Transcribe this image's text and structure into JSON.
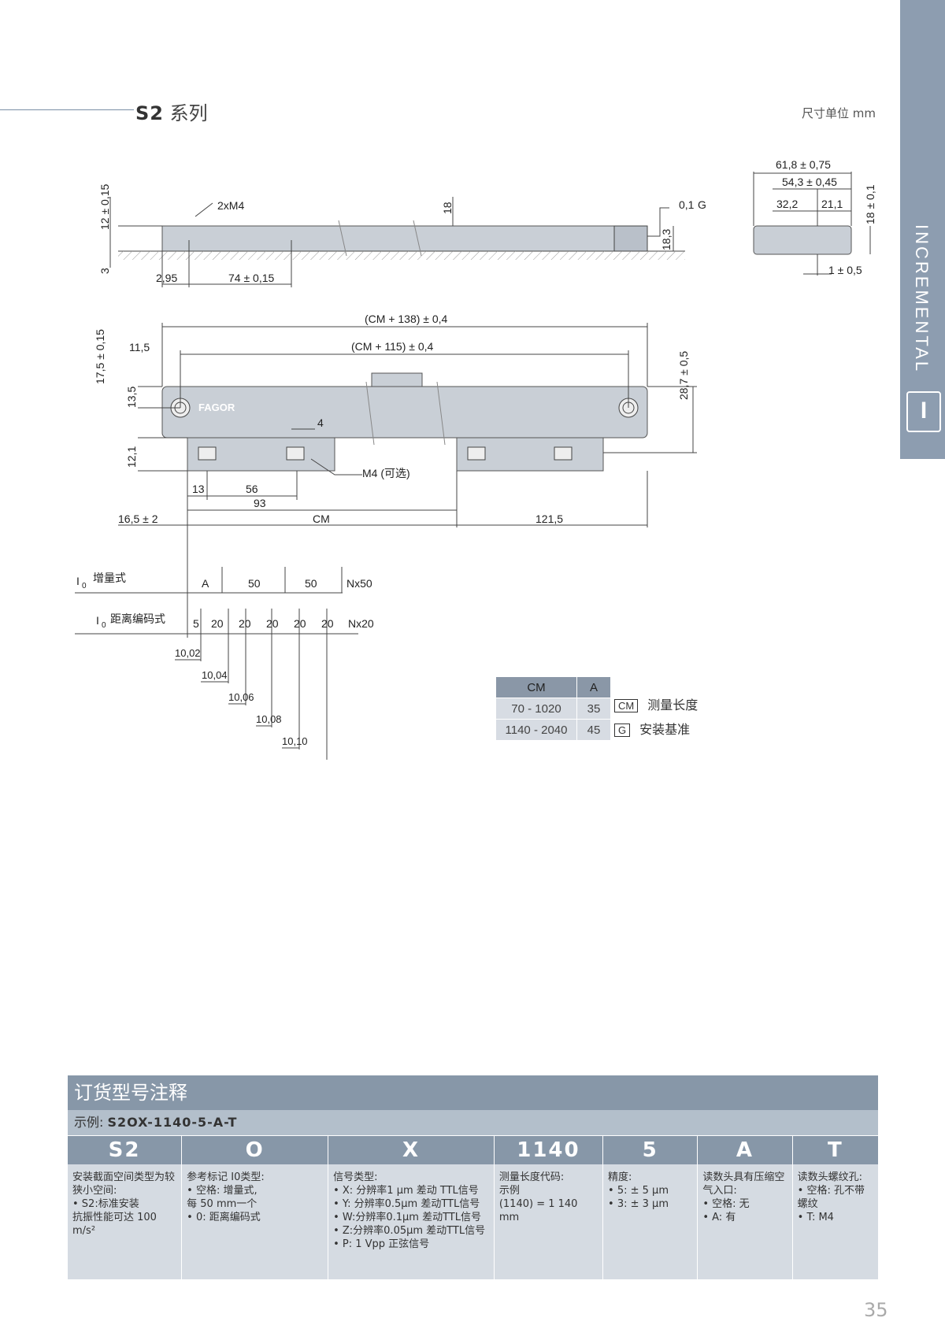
{
  "header": {
    "series_bold": "S2",
    "series_text": "系列",
    "units": "尺寸单位 mm"
  },
  "side_tab": {
    "label": "INCREMENTAL",
    "letter": "I"
  },
  "drawing": {
    "top_view": {
      "thread": "2xM4",
      "dim_12": "12 ± 0,15",
      "dim_3": "3",
      "dim_18": "18",
      "dim_183": "18,3",
      "tol": "0,1",
      "ref_g": "G",
      "dim_295": "2,95",
      "dim_74": "74 ± 0,15"
    },
    "section": {
      "d618": "61,8 ± 0,75",
      "d543": "54,3 ± 0,45",
      "d322": "32,2",
      "d211": "21,1",
      "d18": "18 ± 0,1",
      "d1": "1 ± 0,5"
    },
    "front_view": {
      "cm138": "(CM + 138) ± 0,4",
      "cm115": "(CM + 115) ± 0,4",
      "d115": "11,5",
      "d175": "17,5 ± 0,15",
      "d135": "13,5",
      "d287": "28,7 ± 0,5",
      "d121": "12,1",
      "d4": "4",
      "m4": "M4 (可选)",
      "d13": "13",
      "d56": "56",
      "d93": "93",
      "d165": "16,5 ± 2",
      "cm": "CM",
      "d1215": "121,5",
      "brand": "FAGOR"
    },
    "ref_marks": {
      "inc_label": "I",
      "inc_sub": "0",
      "inc_text": "增量式",
      "inc_a": "A",
      "inc_50a": "50",
      "inc_50b": "50",
      "inc_nx": "Nx50",
      "dist_label": "I",
      "dist_sub": "0",
      "dist_text": "距离编码式",
      "dist_5": "5",
      "dist_20s": [
        "20",
        "20",
        "20",
        "20",
        "20"
      ],
      "dist_nx": "Nx20",
      "steps": [
        "10,02",
        "10,04",
        "10,06",
        "10,08",
        "10,10"
      ]
    }
  },
  "size_table": {
    "headers": [
      "CM",
      "A"
    ],
    "rows": [
      [
        "70 - 1020",
        "35"
      ],
      [
        "1140 - 2040",
        "45"
      ]
    ]
  },
  "legend": [
    {
      "key": "CM",
      "text": "测量长度"
    },
    {
      "key": "G",
      "text": "安装基准"
    }
  ],
  "order": {
    "title": "订货型号注释",
    "example_prefix": "示例: ",
    "example_code": "S2OX-1140-5-A-T",
    "columns": [
      {
        "code": "S2",
        "desc": "安装截面空间类型为较狭小空间:\n• S2:标准安装\n抗振性能可达 100 m/s²"
      },
      {
        "code": "O",
        "desc": "参考标记 I0类型:\n• 空格: 增量式,\n   每 50 mm一个\n• 0: 距离编码式"
      },
      {
        "code": "X",
        "desc": "信号类型:\n• X: 分辨率1 μm 差动 TTL信号\n• Y: 分辨率0.5μm 差动TTL信号\n• W:分辨率0.1μm 差动TTL信号\n• Z:分辨率0.05μm 差动TTL信号\n• P: 1 Vpp 正弦信号"
      },
      {
        "code": "1140",
        "desc": "测量长度代码:\n示例\n(1140) = 1 140 mm"
      },
      {
        "code": "5",
        "desc": "精度:\n• 5: ± 5 μm\n• 3: ± 3 μm"
      },
      {
        "code": "A",
        "desc": "读数头具有压缩空气入口:\n• 空格: 无\n• A: 有"
      },
      {
        "code": "T",
        "desc": "读数头螺纹孔:\n• 空格: 孔不带螺纹\n• T: M4"
      }
    ]
  },
  "page_number": "35",
  "colors": {
    "accent": "#8797a8",
    "body_gray": "#c9cfd6"
  }
}
